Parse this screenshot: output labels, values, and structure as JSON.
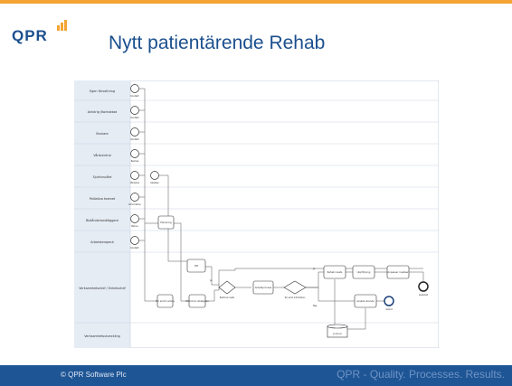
{
  "header": {
    "logo_text": "QPR",
    "title": "Nytt patientärende Rehab",
    "accent_color": "#f3a433",
    "brand_color": "#1b4f8e"
  },
  "diagram": {
    "lanes": [
      "Egen förvaltning",
      "Anhörig /Kontaktad",
      "Brukare",
      "Vårdcentral",
      "Sjukhusvård",
      "Palliativa teamet",
      "Biståndshandläggare",
      "Arbetsterapeut",
      "Verksamhetschef / Enhetschef",
      "Verksamhetsutveckling"
    ],
    "activities": {
      "pm": "PM",
      "tar_emot_info": "Tar emot information",
      "planering": "Planering",
      "tar_emot_remiss": "Tar emot remiss",
      "rehabplan": "Utformar rehabplan",
      "bedoma": "Bedöma insats",
      "arbetsprocess": "Arbetsprocess",
      "rehab_insats": "Rehab insats",
      "uppfolj": "Uppföljning",
      "anpassar": "Anpassar insatser",
      "avsluta": "Avsluta ärende",
      "journal": "Journal"
    },
    "events": {
      "e1": "Kontakt",
      "e2": "Kontakt",
      "e3": "Kontakt",
      "e4": "Remiss",
      "e5": "Vårdplan",
      "e6": "Kallelse",
      "e7": "Information",
      "e8": "Behov",
      "e9": "Kontakt",
      "end_main": "Avslutad",
      "end_mid": "Avslut"
    },
    "labels": {
      "ja": "Ja",
      "nej": "Nej"
    }
  },
  "footer": {
    "copyright": "© QPR Software Plc",
    "tagline": "QPR - Quality. Processes. Results."
  }
}
